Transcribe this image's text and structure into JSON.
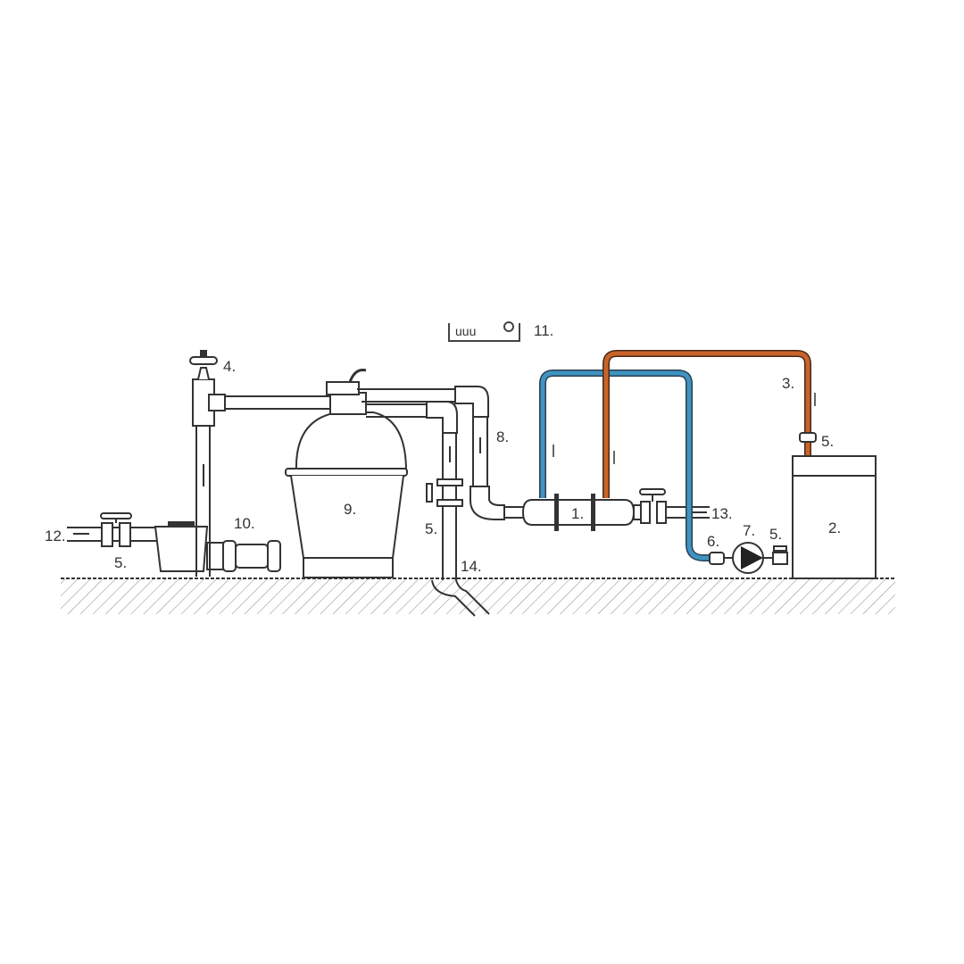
{
  "diagram": {
    "type": "pool-heat-exchanger-piping-schematic",
    "colors": {
      "line": "#333333",
      "hot_pipe": "#c8642a",
      "cold_pipe": "#3f93c2",
      "ground_hatch": "#666666",
      "background": "#ffffff"
    },
    "labels": {
      "heat_exchanger": "1.",
      "boiler": "2.",
      "hot_flow": "3.",
      "air_valve": "4.",
      "valve_inlet": "5.",
      "valve_drain": "5.",
      "valve_boiler_top": "5.",
      "valve_boiler_bottom": "5.",
      "check_valve": "6.",
      "circulation_pump": "7.",
      "bypass": "8.",
      "sand_filter": "9.",
      "filter_pump": "10.",
      "control_unit": "11.",
      "pool_inlet": "12.",
      "pool_return": "13.",
      "drain": "14."
    }
  }
}
